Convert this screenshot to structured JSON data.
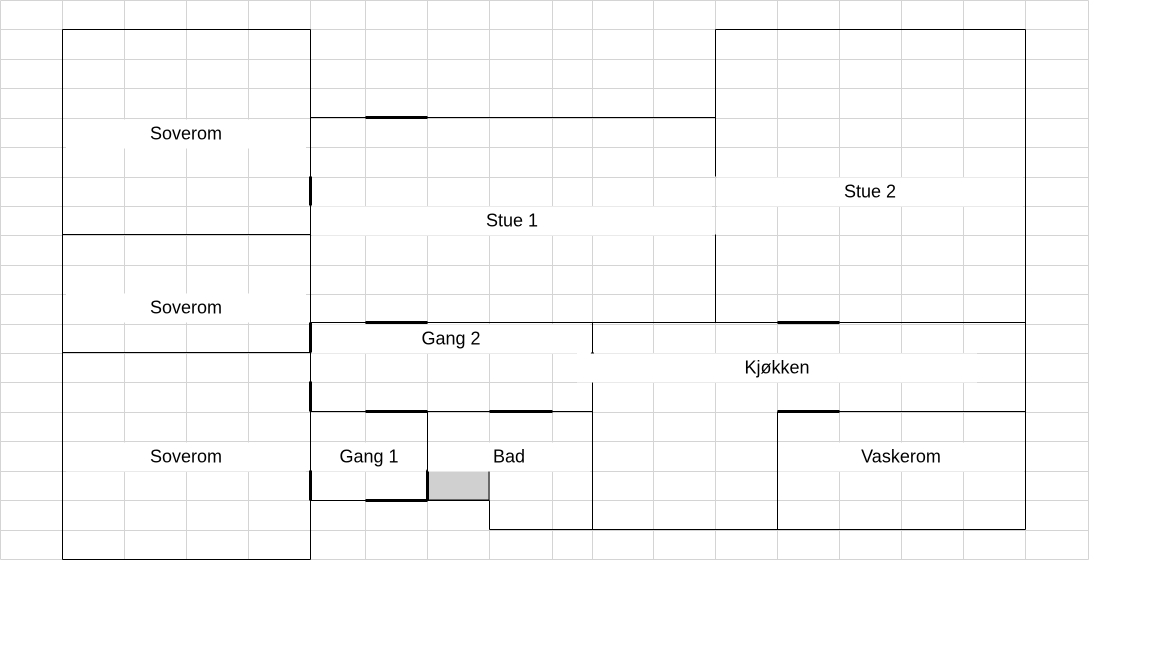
{
  "colors": {
    "grid": "#d4d4d4",
    "wall": "#000000",
    "fixture": "#d0d0d0"
  },
  "rooms": {
    "bedroom_1": "Soverom",
    "bedroom_2": "Soverom",
    "bedroom_3": "Soverom",
    "living_1": "Stue 1",
    "living_2": "Stue 2",
    "hall_2": "Gang 2",
    "kitchen": "Kjøkken",
    "hall_1": "Gang 1",
    "bath": "Bad",
    "laundry": "Vaskerom"
  }
}
